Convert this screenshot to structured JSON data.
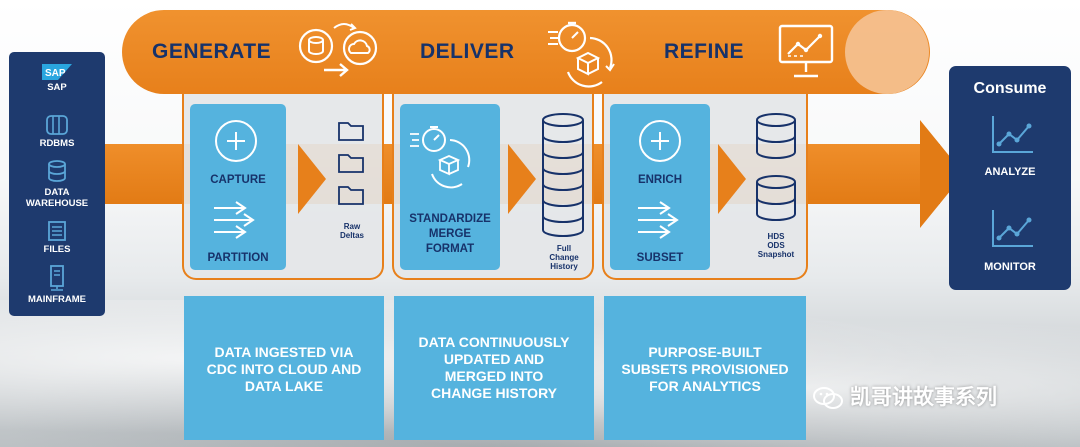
{
  "stages": {
    "generate": "GENERATE",
    "deliver": "DELIVER",
    "refine": "REFINE"
  },
  "sources": [
    {
      "label": "SAP",
      "icon": "sap-logo-icon"
    },
    {
      "label": "RDBMS",
      "icon": "database-tables-icon"
    },
    {
      "label": "DATA\nWAREHOUSE",
      "icon": "data-warehouse-icon"
    },
    {
      "label": "FILES",
      "icon": "files-icon"
    },
    {
      "label": "MAINFRAME",
      "icon": "mainframe-icon"
    }
  ],
  "generate_panel": {
    "capture": "CAPTURE",
    "partition": "PARTITION",
    "raw_deltas": "Raw\nDeltas"
  },
  "deliver_panel": {
    "standardize": "STANDARDIZE\nMERGE\nFORMAT",
    "history": "Full\nChange\nHistory"
  },
  "refine_panel": {
    "enrich": "ENRICH",
    "subset": "SUBSET",
    "snapshot": "HDS\nODS\nSnapshot"
  },
  "consume": {
    "title": "Consume",
    "analyze": "ANALYZE",
    "monitor": "MONITOR"
  },
  "descriptions": {
    "generate": "DATA INGESTED VIA\nCDC INTO CLOUD AND\nDATA LAKE",
    "deliver": "DATA CONTINUOUSLY\nUPDATED AND\nMERGED INTO\nCHANGE HISTORY",
    "refine": "PURPOSE-BUILT\nSUBSETS PROVISIONED\nFOR ANALYTICS"
  },
  "watermark": "凯哥讲故事系列",
  "colors": {
    "orange": "#e7801b",
    "navy": "#1e3a6e",
    "sky_blue": "#55b3de",
    "title_navy": "#16326a"
  }
}
